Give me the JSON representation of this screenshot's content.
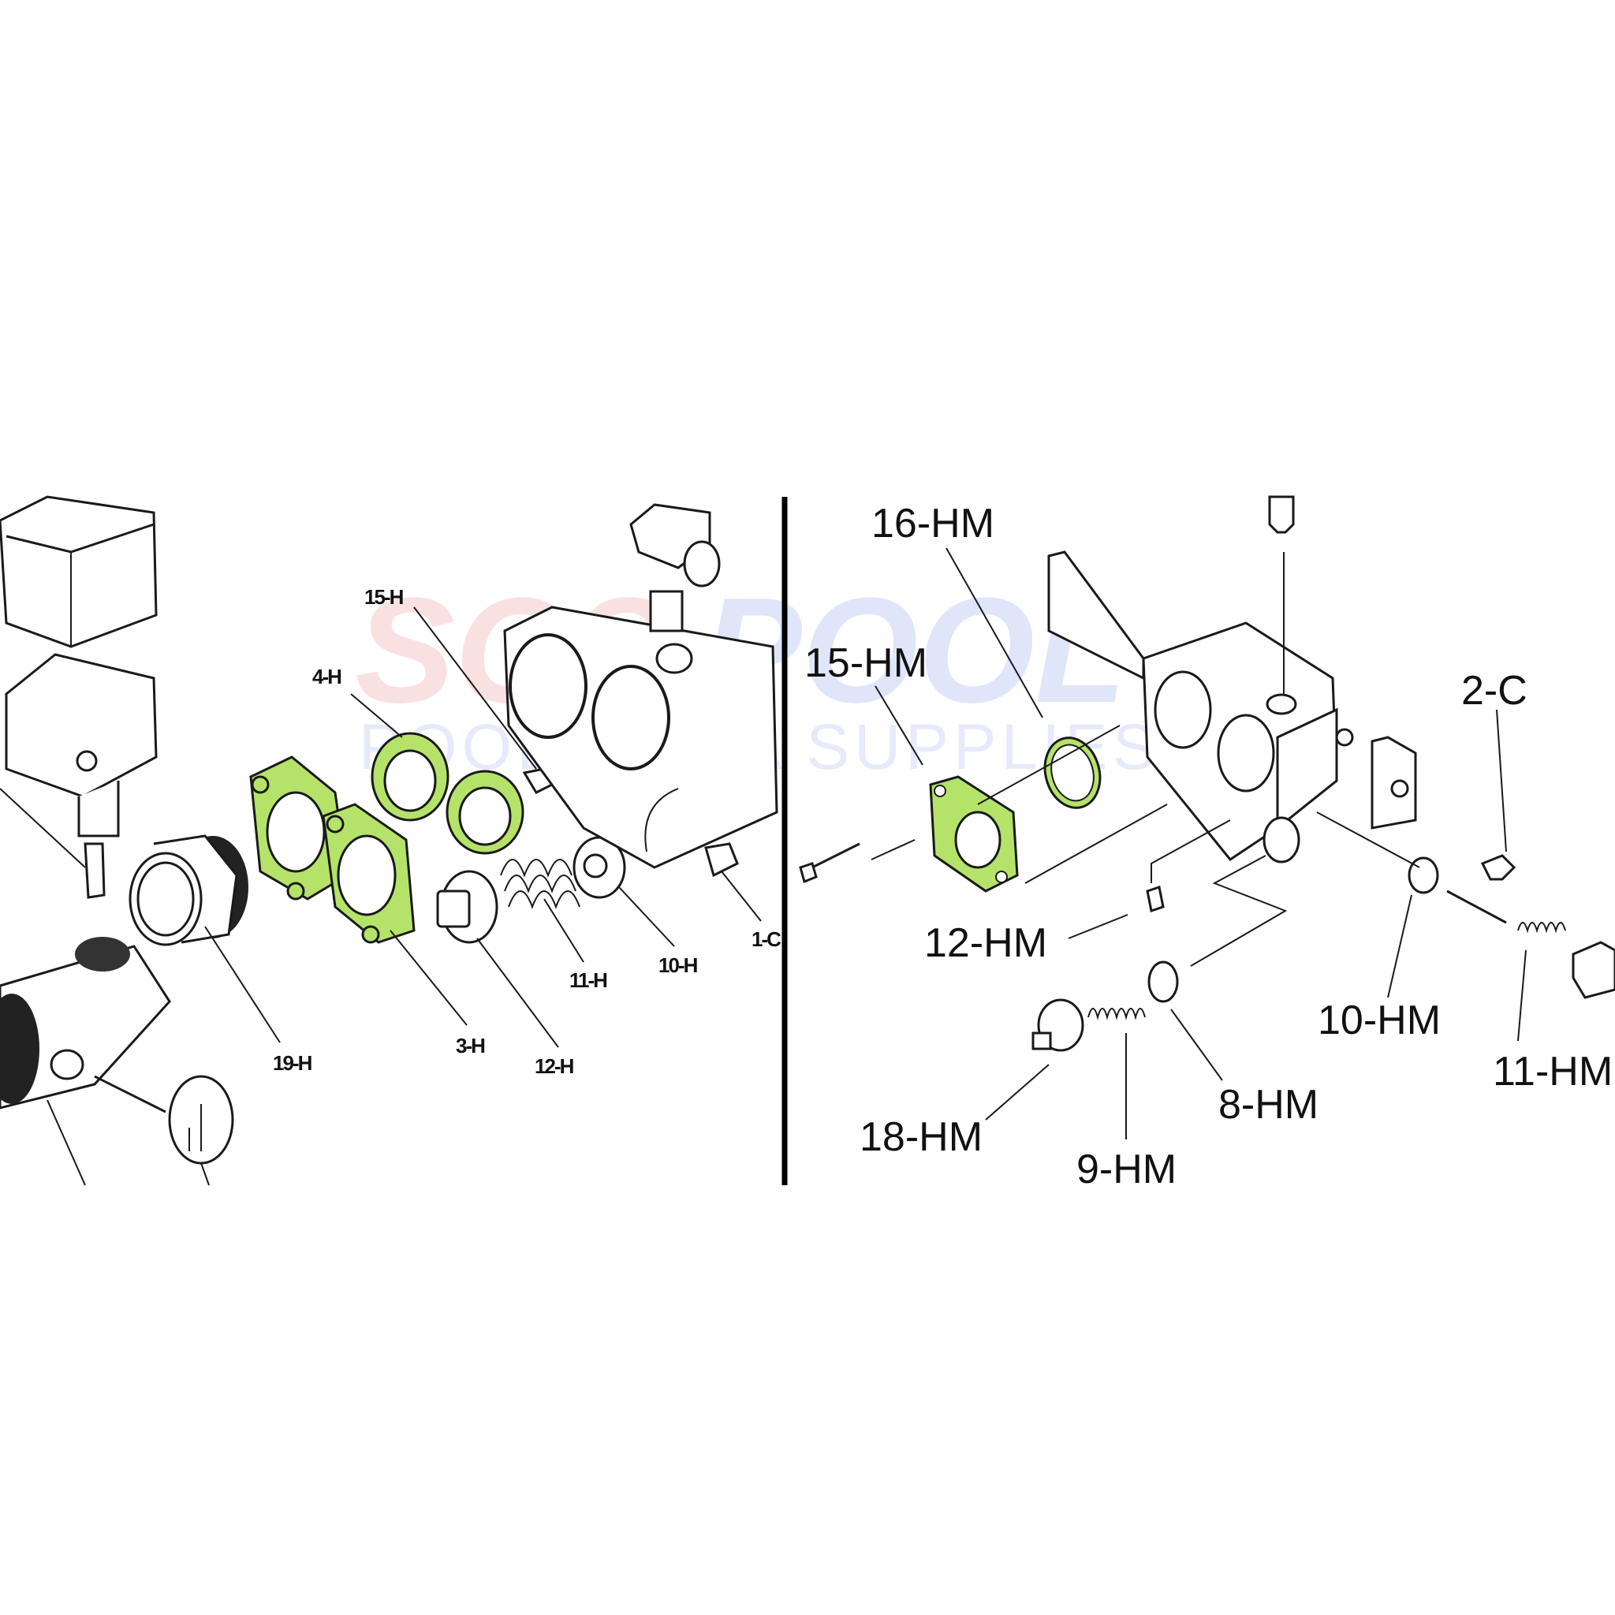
{
  "watermark": {
    "brand_red": "SOS",
    "brand_blue": "POOL",
    "tagline": "POOL & SPA SUPPLIES",
    "red": "#e23b3b",
    "blue": "#3a5bd9"
  },
  "highlight_color": "#b5e36a",
  "left_diagram": {
    "labels": [
      "15-H",
      "4-H",
      "19-H",
      "3-H",
      "12-H",
      "11-H",
      "10-H",
      "1-C"
    ]
  },
  "right_diagram": {
    "labels": [
      "16-HM",
      "15-HM",
      "2-C",
      "12-HM",
      "10-HM",
      "11-HM",
      "8-HM",
      "18-HM",
      "9-HM"
    ]
  }
}
